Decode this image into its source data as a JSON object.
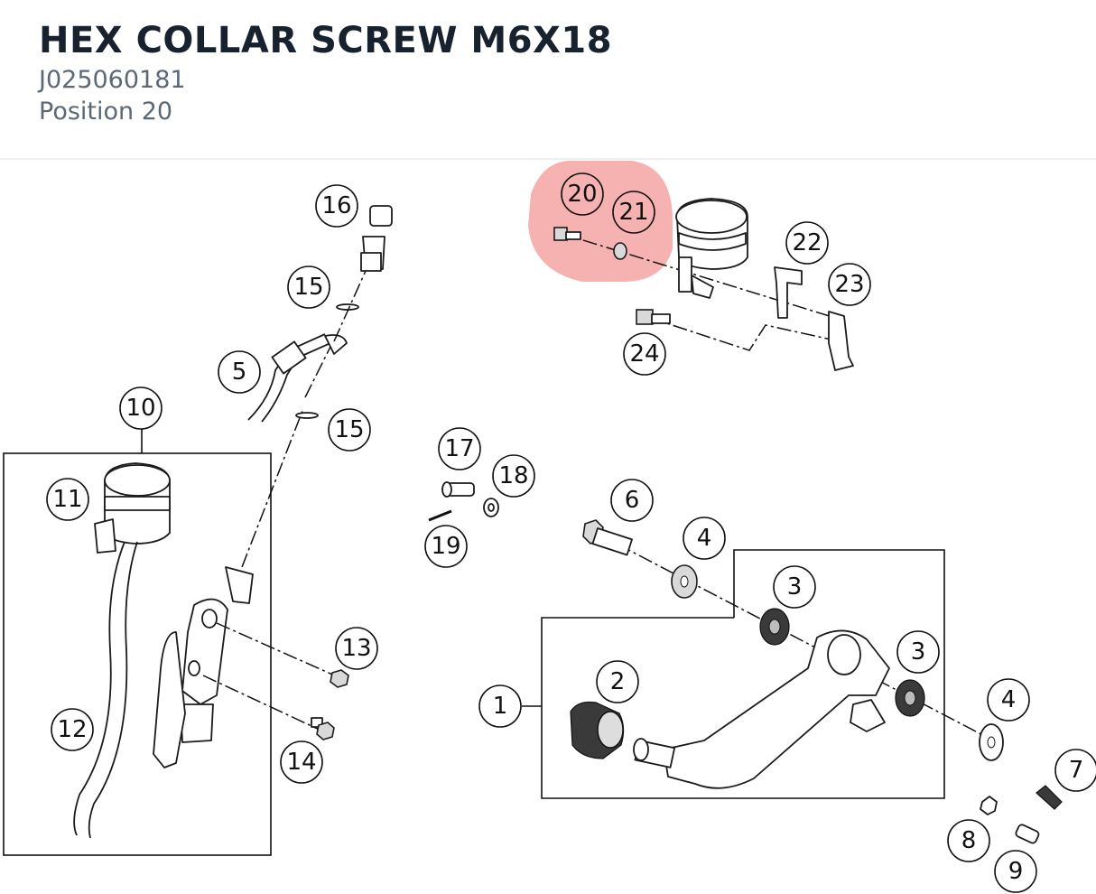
{
  "header": {
    "title": "HEX COLLAR SCREW M6X18",
    "part_number": "J025060181",
    "position_label": "Position 20"
  },
  "highlight": {
    "color": "#f4a3a3",
    "selected_positions": [
      "20",
      "21"
    ]
  },
  "callouts": [
    "1",
    "2",
    "3",
    "3",
    "4",
    "4",
    "5",
    "6",
    "7",
    "8",
    "9",
    "10",
    "11",
    "12",
    "13",
    "14",
    "15",
    "15",
    "16",
    "17",
    "18",
    "19",
    "20",
    "21",
    "22",
    "23",
    "24"
  ]
}
